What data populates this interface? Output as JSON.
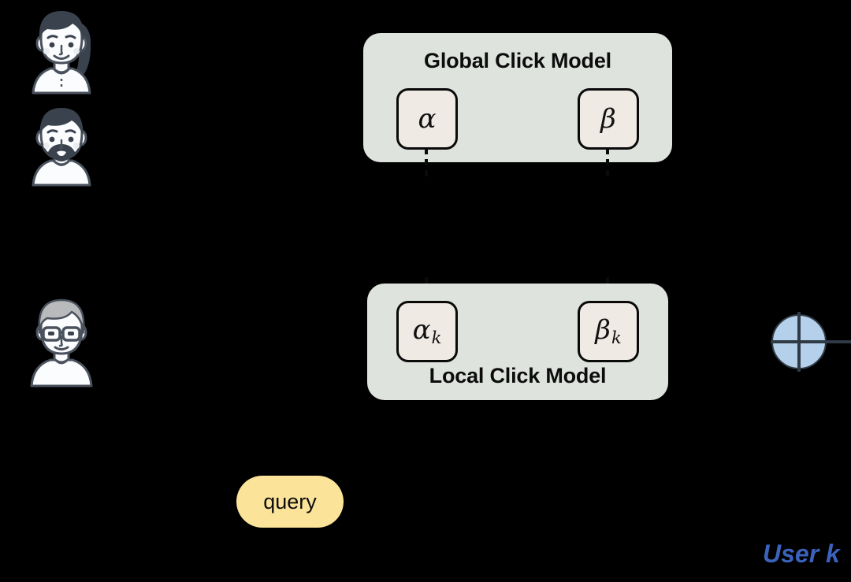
{
  "figure": {
    "background_color": "#000000",
    "panel_color": "#dee3dd",
    "param_box_color": "#f0eae5",
    "query_color": "#fbe49a",
    "accent_blue": "#3b63bd",
    "target_fill": "#b5d0ea"
  },
  "global_model": {
    "title": "Global Click Model",
    "params": [
      {
        "name": "alpha-param",
        "symbol": "α",
        "subscript": ""
      },
      {
        "name": "beta-param",
        "symbol": "β",
        "subscript": ""
      }
    ]
  },
  "local_model": {
    "title": "Local Click Model",
    "params": [
      {
        "name": "alpha-k-param",
        "symbol": "α",
        "subscript": "k"
      },
      {
        "name": "beta-k-param",
        "symbol": "β",
        "subscript": "k"
      }
    ]
  },
  "query": {
    "label": "query"
  },
  "user_label": {
    "text": "User k"
  },
  "avatars": [
    {
      "name": "avatar-woman-ponytail",
      "style": "woman-ponytail"
    },
    {
      "name": "avatar-man-beard",
      "style": "man-beard"
    },
    {
      "name": "avatar-man-glasses",
      "style": "man-glasses"
    }
  ],
  "target": {
    "name": "crosshair-target-icon"
  }
}
